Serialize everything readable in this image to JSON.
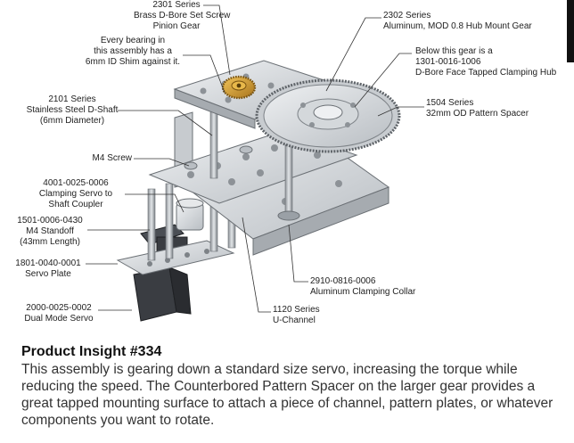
{
  "callouts": {
    "pinion": [
      "2301 Series",
      "Brass D-Bore Set Screw",
      "Pinion Gear"
    ],
    "hub_gear": [
      "2302 Series",
      "Aluminum, MOD 0.8 Hub Mount Gear"
    ],
    "bearing": [
      "Every bearing in",
      "this assembly has a",
      "6mm ID Shim against it."
    ],
    "clamping_hub": [
      "Below this gear is a",
      "1301-0016-1006",
      "D-Bore Face Tapped Clamping Hub"
    ],
    "shaft": [
      "2101 Series",
      "Stainless Steel D-Shaft",
      "(6mm Diameter)"
    ],
    "spacer": [
      "1504 Series",
      "32mm OD Pattern Spacer"
    ],
    "screw": [
      "M4 Screw"
    ],
    "coupler": [
      "4001-0025-0006",
      "Clamping Servo to",
      "Shaft Coupler"
    ],
    "standoff": [
      "1501-0006-0430",
      "M4 Standoff",
      "(43mm Length)"
    ],
    "servo_plate": [
      "1801-0040-0001",
      "Servo Plate"
    ],
    "collar": [
      "2910-0816-0006",
      "Aluminum Clamping Collar"
    ],
    "servo": [
      "2000-0025-0002",
      "Dual Mode Servo"
    ],
    "channel": [
      "1120 Series",
      "U-Channel"
    ]
  },
  "insight": {
    "title": "Product Insight #334",
    "body": "This assembly is gearing down a standard size servo, increasing the torque while reducing the speed. The Counterbored Pattern Spacer on the larger gear provides a great tapped mounting surface to attach a piece of channel, pattern plates, or whatever components you want to rotate."
  },
  "colors": {
    "metal": "#d9dcdf",
    "metal_dark": "#9aa0a6",
    "brass": "#c9962e",
    "servo_body": "#3a3d42",
    "text": "#222222"
  }
}
